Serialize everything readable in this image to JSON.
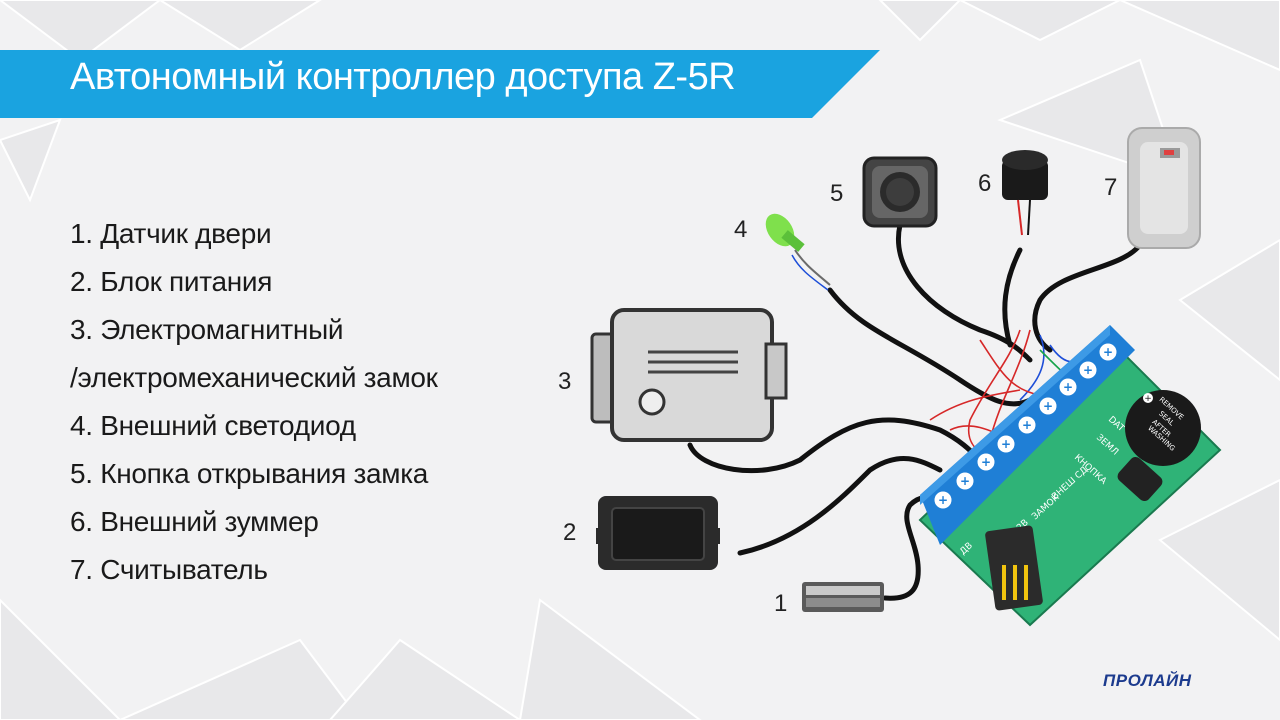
{
  "title": "Автономный контроллер доступа Z-5R",
  "legend": [
    "1. Датчик двери",
    "2. Блок питания",
    "3. Электромагнитный",
    "/электромеханический замок",
    "4. Внешний светодиод",
    "5. Кнопка открывания замка",
    "6. Внешний зуммер",
    "7. Считыватель"
  ],
  "callouts": {
    "c1": "1",
    "c2": "2",
    "c3": "3",
    "c4": "4",
    "c5": "5",
    "c6": "6",
    "c7": "7"
  },
  "board_labels": {
    "dat": "DAT",
    "zeml": "ЗЕМЛ",
    "knopka": "КНОПКА",
    "vnesh_sd": "ВНЕШ СД",
    "zamok": "ЗАМОК",
    "plus12": "+12В",
    "dv": "ДВ"
  },
  "buzzer_text": [
    "REMOVE",
    "SEAL",
    "AFTER",
    "WASHING"
  ],
  "logo": "ПРОЛАЙН",
  "colors": {
    "banner": "#1aa3e0",
    "board": "#2fb377",
    "terminal": "#1f7fd6",
    "logo": "#1c3b8e"
  }
}
